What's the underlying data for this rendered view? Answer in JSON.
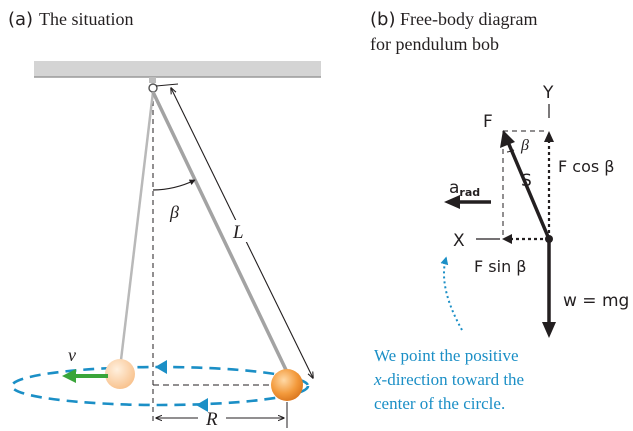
{
  "panel_a": {
    "tag": "(a)",
    "title": "The situation",
    "labels": {
      "beta": "β",
      "L": "L",
      "v": "v",
      "R": "R"
    }
  },
  "panel_b": {
    "tag": "(b)",
    "title_line1": "Free-body diagram",
    "title_line2": "for pendulum bob",
    "labels": {
      "F": "F",
      "Y": "Y",
      "X": "X",
      "beta": "β",
      "S": "S",
      "Fcos": "F cos β",
      "Fsin": "F sin β",
      "arad_a": "a",
      "arad_sub": "rad",
      "w": "w = mg"
    },
    "note_lines": [
      "We point the positive",
      "-direction toward the",
      "center of the circle."
    ],
    "note_x_italic": "x"
  },
  "colors": {
    "ink": "#231f20",
    "blue": "#1b8fc6",
    "green": "#3aa53a",
    "bob": "#f39a3c",
    "bob_ghost": "#fbcfa3",
    "string": "#9d9d9d",
    "ceiling": "#c9c9c9"
  }
}
